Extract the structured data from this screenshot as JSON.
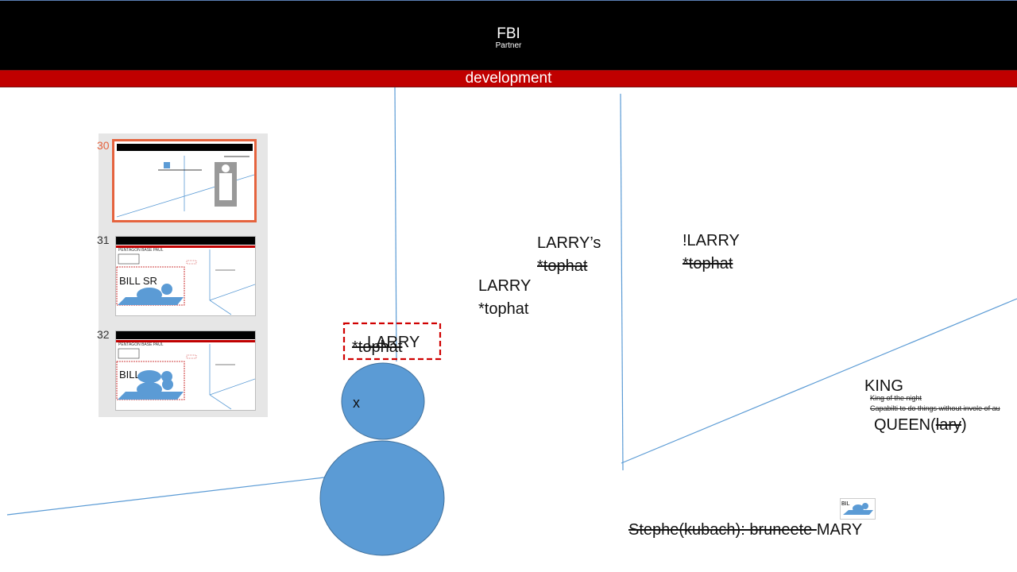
{
  "header": {
    "title": "FBI",
    "subtitle": "Partner"
  },
  "banner": {
    "label": "development"
  },
  "slide_panel": {
    "thumbnails": [
      {
        "number": "30",
        "selected": true
      },
      {
        "number": "31",
        "selected": false,
        "heading": "PENTAGON BASE PAUL",
        "caption": "BILL SR"
      },
      {
        "number": "32",
        "selected": false,
        "heading": "PENTAGON BASE PAUL",
        "caption": "BILL"
      }
    ]
  },
  "canvas": {
    "boxed_label": {
      "line1": "LARRY",
      "line2": "*tophat"
    },
    "head_mark": "x",
    "larry_possessive": {
      "name": "LARRY’s",
      "hat": "*tophat"
    },
    "larry": {
      "name": "LARRY",
      "hat": "*tophat"
    },
    "not_larry": {
      "name": "!LARRY",
      "hat": "*tophat"
    },
    "king": {
      "title": "KING",
      "note1": "King of the night",
      "note2": "Capabilti to do things without invole of au"
    },
    "queen": {
      "label": "QUEEN(",
      "struck": "lary",
      "close": ")"
    },
    "mary": {
      "struck": "Stephe(kubach): bruneete ",
      "name": "MARY"
    },
    "mini_icon_label": "BIL"
  },
  "colors": {
    "shape_fill": "#5b9bd5",
    "shape_stroke": "#41719c",
    "line": "#5b9bd5",
    "banner": "#c00000",
    "selected": "#e5633e"
  }
}
